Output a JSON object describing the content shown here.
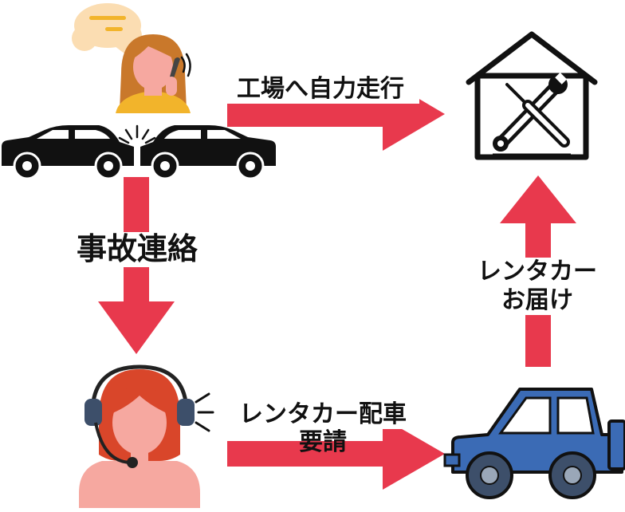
{
  "labels": {
    "self_drive": "工場へ自力走行",
    "accident_report": "事故連絡",
    "rental_request_line1": "レンタカー配車",
    "rental_request_line2": "要請",
    "rental_delivery_line1": "レンタカー",
    "rental_delivery_line2": "お届け"
  },
  "colors": {
    "arrow": "#E8394D",
    "outline": "#111111",
    "skin": "#F6A8A0",
    "hair_brown": "#C9782B",
    "hair_red": "#D9462A",
    "shirt_yellow": "#F2B42B",
    "bubble": "#FBDDB2",
    "car_blue": "#3B6BB5"
  },
  "icons": {
    "caller": "woman-on-phone-icon",
    "bubble": "speech-bubble-icon",
    "crash": "car-collision-icon",
    "factory": "repair-garage-icon",
    "operator": "call-center-operator-icon",
    "rental_car": "blue-suv-icon"
  }
}
